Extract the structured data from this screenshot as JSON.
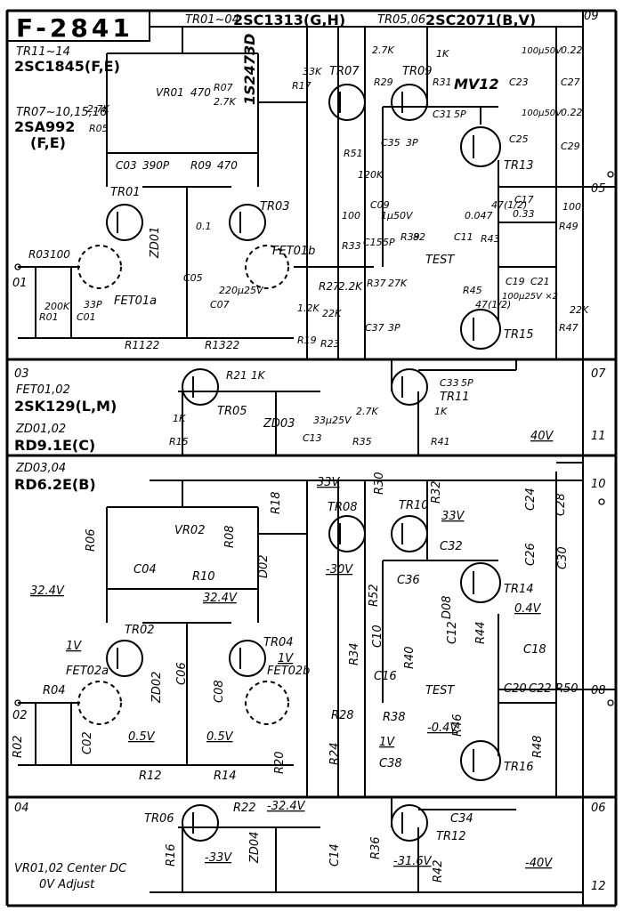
{
  "title": "F-2841",
  "top_notes": {
    "tr_01_04_label": "TR01~04",
    "tr_01_04_part": "2SC1313(G,H)",
    "tr_05_06_label": "TR05,06",
    "tr_05_06_part": "2SC2071(B,V)",
    "tr_11_14_label": "TR11~14",
    "tr_11_14_part": "2SC1845(F,E)",
    "tr_07_label": "TR07~10,15,16",
    "tr_07_part": "2SA992",
    "tr_07_grade": "(F,E)"
  },
  "left_notes": {
    "fet_label": "FET01,02",
    "fet_part": "2SK129(L,M)",
    "zd12_label": "ZD01,02",
    "zd12_part": "RD9.1E(C)",
    "zd34_label": "ZD03,04",
    "zd34_part": "RD6.2E(B)",
    "vr_note_line1": "VR01,02 Center DC",
    "vr_note_line2": "0V Adjust"
  },
  "terminals": [
    "01",
    "02",
    "03",
    "04",
    "05",
    "06",
    "07",
    "08",
    "09",
    "10",
    "11",
    "12"
  ],
  "diodes": {
    "d01_part": "1S2473D",
    "d07_part": "MV12"
  },
  "components_upper": [
    {
      "name": "VR01",
      "value": "470"
    },
    {
      "name": "R05",
      "value": "2.7K"
    },
    {
      "name": "R07",
      "value": "2.7K"
    },
    {
      "name": "R17",
      "value": "33K"
    },
    {
      "name": "C03",
      "value": "390P"
    },
    {
      "name": "R09",
      "value": "470"
    },
    {
      "name": "R03",
      "value": "100"
    },
    {
      "name": "R01",
      "value": "200K"
    },
    {
      "name": "C01",
      "value": "33P"
    },
    {
      "name": "C05",
      "value": "0.1"
    },
    {
      "name": "C07",
      "value": "220μ25V"
    },
    {
      "name": "R11",
      "value": "22"
    },
    {
      "name": "R13",
      "value": "22"
    },
    {
      "name": "R27",
      "value": "2.2K"
    },
    {
      "name": "R19",
      "value": "1.2K"
    },
    {
      "name": "R23",
      "value": "22K"
    },
    {
      "name": "R33",
      "value": "100"
    },
    {
      "name": "R51",
      "value": "120K"
    },
    {
      "name": "C09",
      "value": "1μ50V"
    },
    {
      "name": "R39",
      "value": "82"
    },
    {
      "name": "R29",
      "value": "2.7K"
    },
    {
      "name": "R31",
      "value": "1K"
    },
    {
      "name": "C31",
      "value": "5P"
    },
    {
      "name": "C35",
      "value": "3P"
    },
    {
      "name": "C11",
      "value": "0.047"
    },
    {
      "name": "R43",
      "value": "47(1/2)"
    },
    {
      "name": "C23",
      "value": "100μ50V"
    },
    {
      "name": "C27",
      "value": "0.22"
    },
    {
      "name": "C25",
      "value": "100μ50V"
    },
    {
      "name": "C29",
      "value": "0.22"
    },
    {
      "name": "C17",
      "value": "0.33"
    },
    {
      "name": "R49",
      "value": "100"
    },
    {
      "name": "C15",
      "value": "5P"
    },
    {
      "name": "R37",
      "value": "27K"
    },
    {
      "name": "C19",
      "value": ""
    },
    {
      "name": "C21",
      "value": "100μ25V ×2"
    },
    {
      "name": "R45",
      "value": "47(1/2)"
    },
    {
      "name": "R47",
      "value": "22K"
    },
    {
      "name": "C37",
      "value": "3P"
    },
    {
      "name": "R21",
      "value": "1K"
    },
    {
      "name": "R15",
      "value": "1K"
    },
    {
      "name": "C13",
      "value": "33μ25V"
    },
    {
      "name": "R35",
      "value": "2.7K"
    },
    {
      "name": "R41",
      "value": "1K"
    },
    {
      "name": "C33",
      "value": "5P"
    }
  ],
  "components_lower": [
    "VR02",
    "R06",
    "R08",
    "R10",
    "C04",
    "R18",
    "R30",
    "R32",
    "C32",
    "R52",
    "C36",
    "C10",
    "C12",
    "R40",
    "R44",
    "C18",
    "C16",
    "R38",
    "C20",
    "C22",
    "R50",
    "R46",
    "R48",
    "R04",
    "R02",
    "C02",
    "C06",
    "C08",
    "R12",
    "R14",
    "R20",
    "R24",
    "R28",
    "R34",
    "C38",
    "R22",
    "R16",
    "C14",
    "R36",
    "R42",
    "C34",
    "C24",
    "C28",
    "C26",
    "C30"
  ],
  "transistors": [
    "TR01",
    "TR02",
    "TR03",
    "TR04",
    "TR05",
    "TR06",
    "TR07",
    "TR08",
    "TR09",
    "TR10",
    "TR11",
    "TR12",
    "TR13",
    "TR14",
    "TR15",
    "TR16"
  ],
  "fets": [
    "FET01a",
    "FET01b",
    "FET02a",
    "FET02b"
  ],
  "zeners": [
    "ZD01",
    "ZD02",
    "ZD03",
    "ZD04"
  ],
  "lower_diodes": [
    "D02",
    "D08"
  ],
  "test_label": "TEST",
  "voltages": {
    "v40_pos": "40V",
    "v40_neg": "-40V",
    "v33_left": "33V",
    "v33_right": "33V",
    "v30_neg": "-30V",
    "v32_4_left": "32.4V",
    "v32_4_mid": "32.4V",
    "v32_4_neg": "-32.4V",
    "v1_left": "1V",
    "v1_right": "1V",
    "v1_mid": "1V",
    "v05_left": "0.5V",
    "v05_right": "0.5V",
    "v04_pos": "0.4V",
    "v04_neg": "-0.4V",
    "v33_neg": "-33V",
    "v31_6_neg": "-31.6V"
  }
}
